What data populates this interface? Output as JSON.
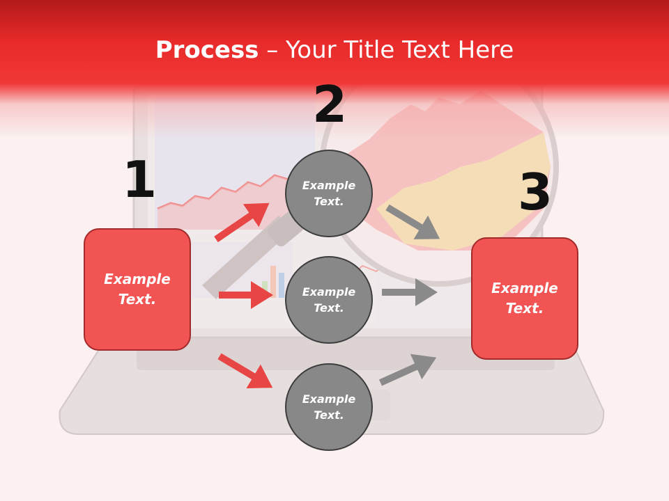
{
  "title": {
    "bold": "Process",
    "rest": " – Your Title Text Here"
  },
  "steps": [
    "1",
    "2",
    "3"
  ],
  "left_box": "Example Text.",
  "right_box": "Example Text.",
  "circles": [
    "Example Text.",
    "Example Text.",
    "Example Text."
  ],
  "colors": {
    "title_band": "#e82a2a",
    "box_fill": "#f25353",
    "box_border": "#a12a2a",
    "circle_fill": "#888888",
    "circle_border": "#3d3d3d",
    "red_arrow": "#e84545",
    "gray_arrow": "#8a8a8a"
  },
  "icons": [
    "arrow-right-icon"
  ]
}
